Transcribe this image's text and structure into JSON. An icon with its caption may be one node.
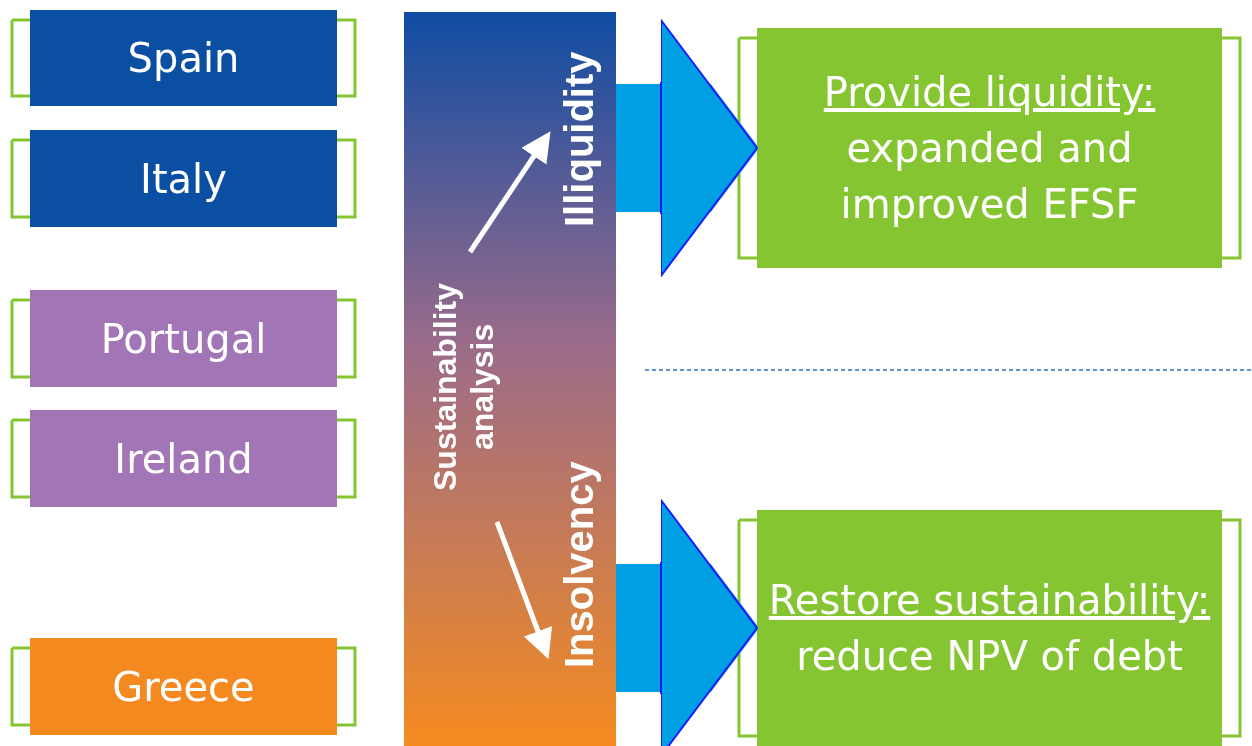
{
  "diagram": {
    "nodes": [
      {
        "text": [
          "Spain"
        ]
      },
      {
        "text": [
          "Italy"
        ]
      },
      {
        "text": [
          "Portugal"
        ]
      },
      {
        "text": [
          "Ireland"
        ]
      },
      {
        "text": [
          "Greece"
        ]
      },
      {
        "text": [],
        "shape": "bar"
      },
      {
        "text": [
          "Sustainability analysis"
        ],
        "in": 5
      },
      {
        "text": [
          "Illiquidity"
        ],
        "in": 5
      },
      {
        "text": [
          "Insolvency"
        ],
        "in": 5
      },
      {
        "text": [
          "Provide liquidity:",
          "expanded and improved EFSF"
        ]
      },
      {
        "text": [
          "Restore sustainability:",
          "reduce NPV of debt"
        ]
      }
    ],
    "edges": [
      {
        "from": 6,
        "to": 7,
        "arrow": "to"
      },
      {
        "from": 6,
        "to": 8,
        "arrow": "to"
      },
      {
        "from": 5,
        "to": 9,
        "arrow": "to",
        "style": "thick",
        "color": "#009fe3"
      },
      {
        "from": 5,
        "to": 10,
        "arrow": "to",
        "style": "thick",
        "color": "#009fe3"
      }
    ]
  }
}
